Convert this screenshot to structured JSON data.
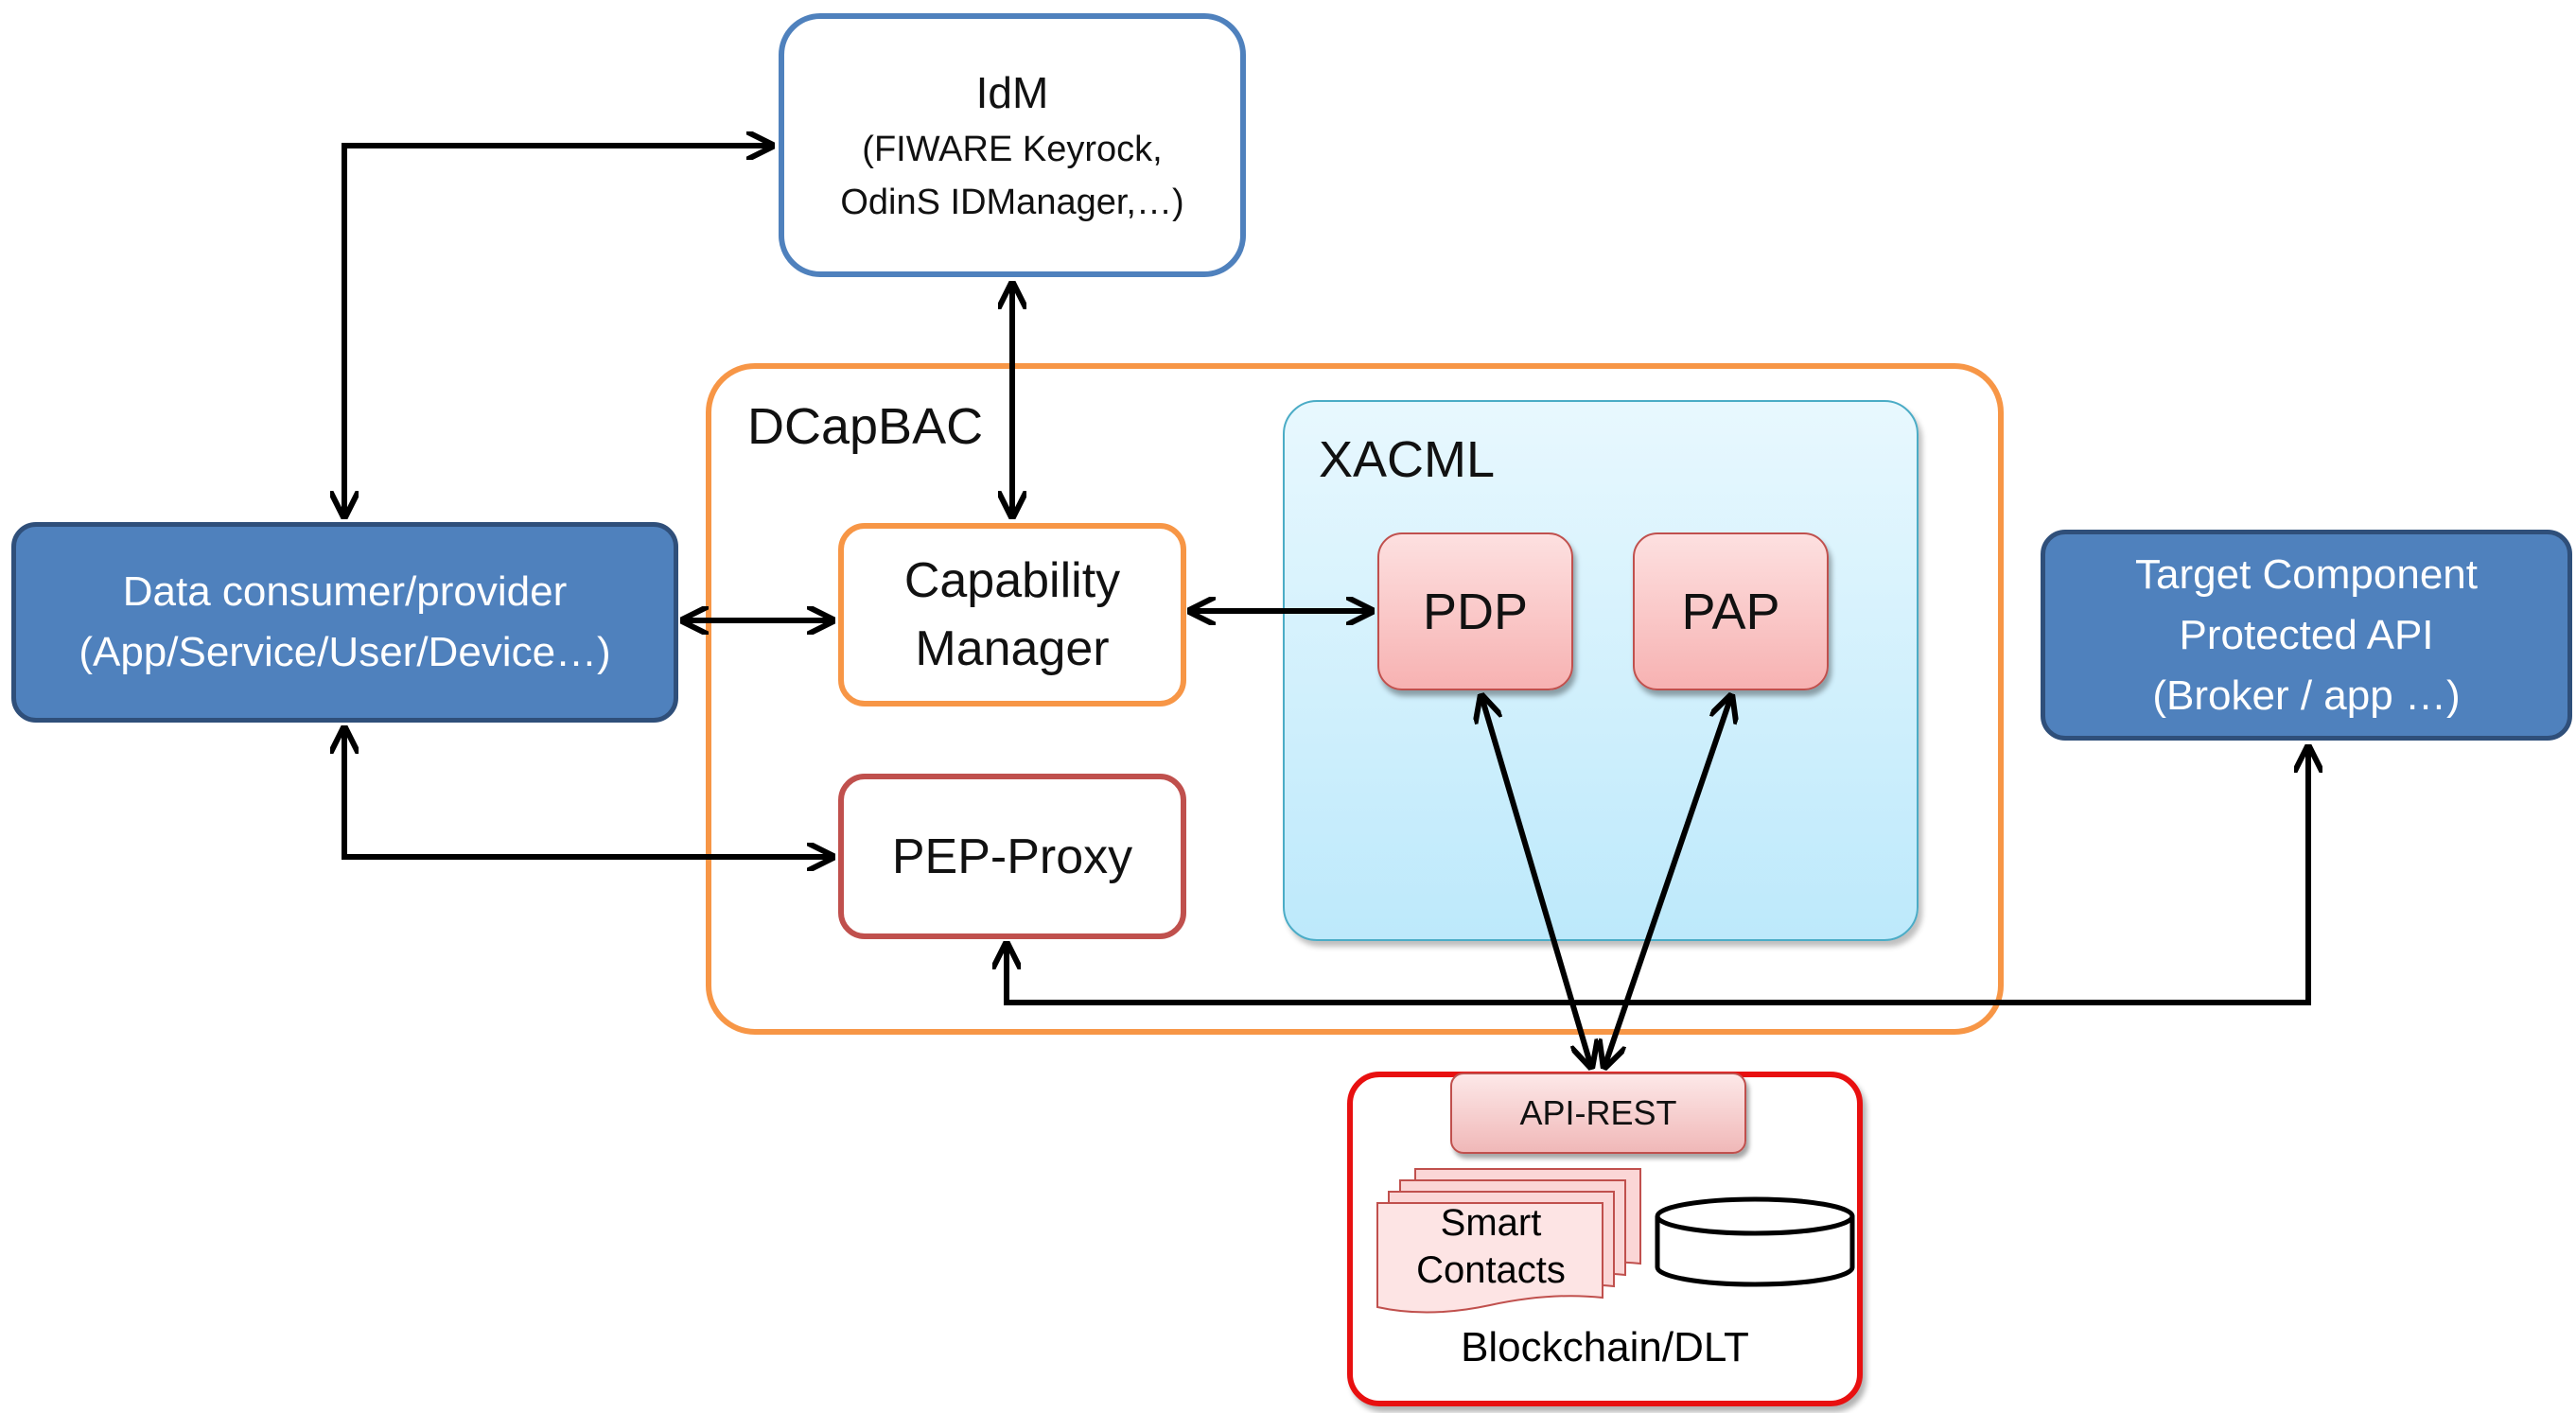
{
  "idm": {
    "title": "IdM",
    "line2": "(FIWARE Keyrock,",
    "line3": "OdinS IDManager,…)"
  },
  "dcapbac": {
    "label": "DCapBAC"
  },
  "xacml": {
    "label": "XACML",
    "pdp": "PDP",
    "pap": "PAP"
  },
  "capability_manager": {
    "line1": "Capability",
    "line2": "Manager"
  },
  "pep_proxy": {
    "label": "PEP-Proxy"
  },
  "consumer": {
    "line1": "Data consumer/provider",
    "line2": "(App/Service/User/Device…)"
  },
  "target": {
    "line1": "Target Component",
    "line2": "Protected API",
    "line3": "(Broker / app …)"
  },
  "blockchain": {
    "api": "API-REST",
    "smart_line1": "Smart",
    "smart_line2": "Contacts",
    "label": "Blockchain/DLT"
  },
  "colors": {
    "blue_fill": "#4f81bd",
    "orange": "#f79646",
    "red_border": "#c0504d",
    "chain_red": "#e81010",
    "xacml_fill": "#bde9fb"
  }
}
